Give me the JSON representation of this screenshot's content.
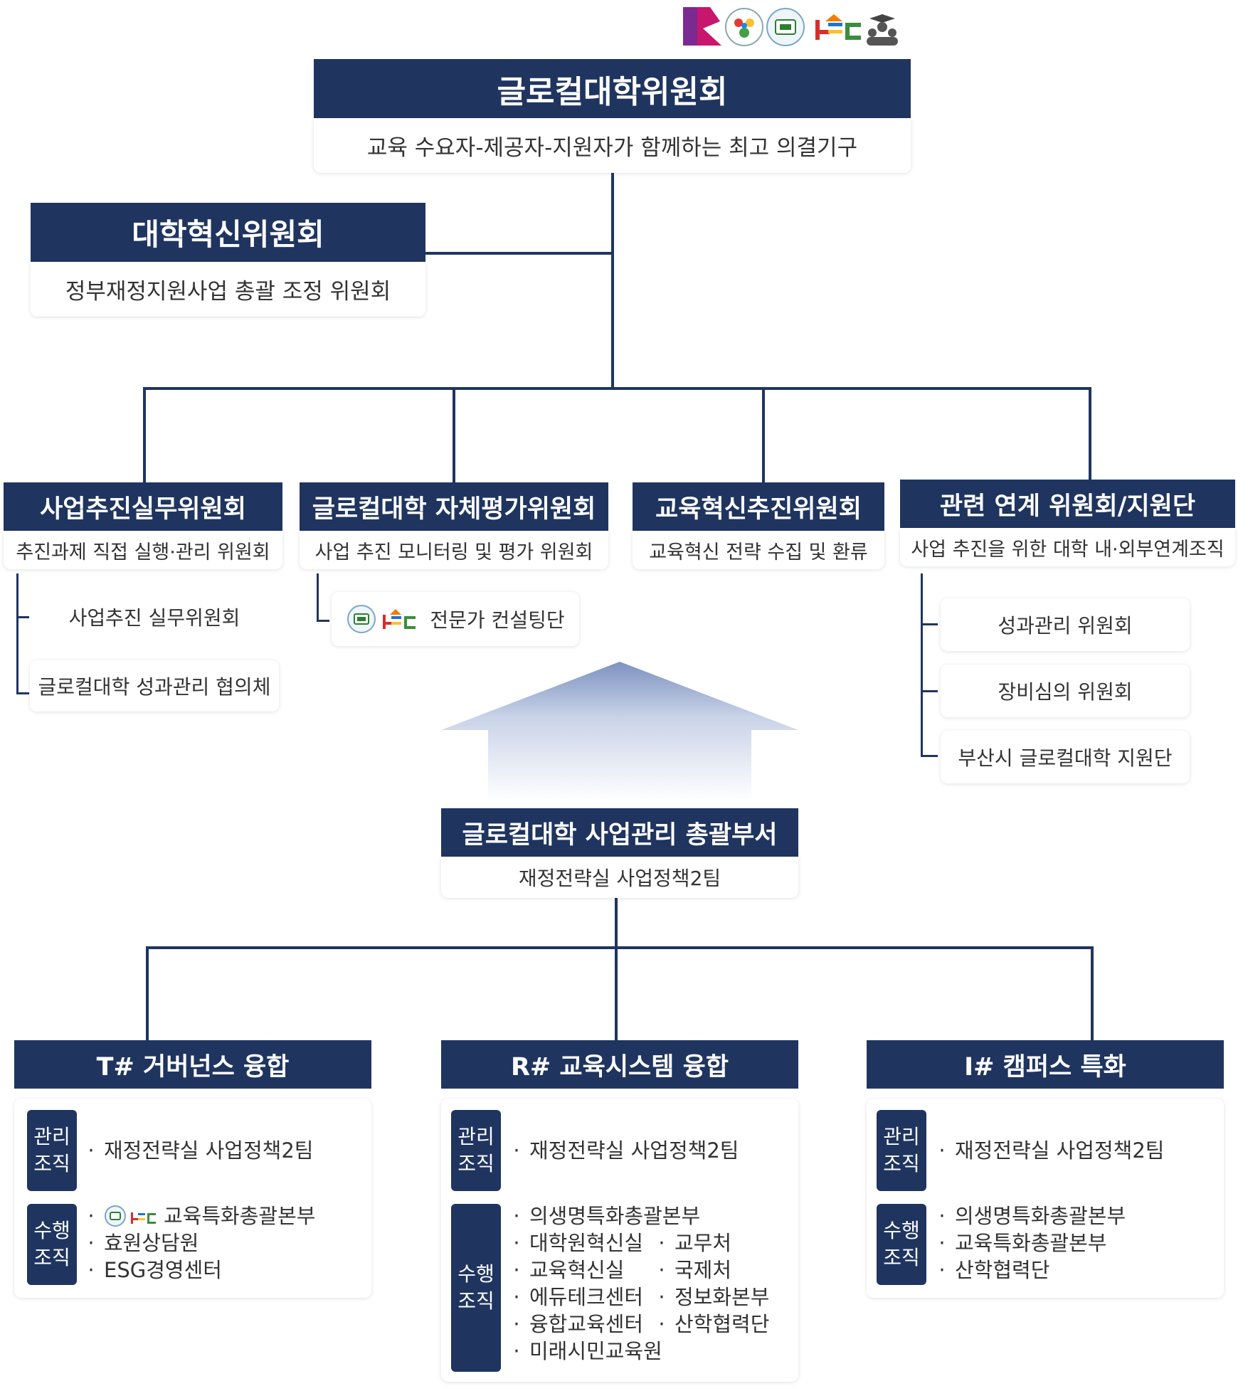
{
  "top": {
    "title": "글로컬대학위원회",
    "subtitle": "교육 수요자-제공자-지원자가 함께하는 최고 의결기구"
  },
  "innovation": {
    "title": "대학혁신위원회",
    "subtitle": "정부재정지원사업 총괄 조정 위원회"
  },
  "committees": [
    {
      "title": "사업추진실무위원회",
      "subtitle": "추진과제 직접 실행·관리 위원회",
      "children": [
        "사업추진 실무위원회",
        "글로컬대학 성과관리 협의체"
      ]
    },
    {
      "title": "글로컬대학 자체평가위원회",
      "subtitle": "사업 추진 모니터링 및 평가 위원회",
      "children": [
        "전문가 컨설팅단"
      ]
    },
    {
      "title": "교육혁신추진위원회",
      "subtitle": "교육혁신 전략 수집 및 환류",
      "children": []
    },
    {
      "title": "관련 연계 위원회/지원단",
      "subtitle": "사업 추진을 위한 대학 내·외부연계조직",
      "children": [
        "성과관리 위원회",
        "장비심의 위원회",
        "부산시 글로컬대학 지원단"
      ]
    }
  ],
  "hq": {
    "title": "글로컬대학 사업관리 총괄부서",
    "subtitle": "재정전략실 사업정책2팀"
  },
  "pillars": [
    {
      "title": "T# 거버넌스 융합",
      "manage_label": [
        "관리",
        "조직"
      ],
      "manage": [
        "재정전략실 사업정책2팀"
      ],
      "exec_label": [
        "수행",
        "조직"
      ],
      "exec": [
        "교육특화총괄본부",
        "효원상담원",
        "ESG경영센터"
      ]
    },
    {
      "title": "R# 교육시스템 융합",
      "manage_label": [
        "관리",
        "조직"
      ],
      "manage": [
        "재정전략실 사업정책2팀"
      ],
      "exec_label": [
        "수행",
        "조직"
      ],
      "exec_rows": [
        [
          "의생명특화총괄본부"
        ],
        [
          "대학원혁신실",
          "교무처"
        ],
        [
          "교육혁신실",
          "국제처"
        ],
        [
          "에듀테크센터",
          "정보화본부"
        ],
        [
          "융합교육센터",
          "산학협력단"
        ],
        [
          "미래시민교육원"
        ]
      ]
    },
    {
      "title": "I# 캠퍼스 특화",
      "manage_label": [
        "관리",
        "조직"
      ],
      "manage": [
        "재정전략실 사업정책2팀"
      ],
      "exec_label": [
        "수행",
        "조직"
      ],
      "exec": [
        "의생명특화총괄본부",
        "교육특화총괄본부",
        "산학협력단"
      ]
    }
  ],
  "bullet": "·",
  "colors": {
    "navy": "#1f3560",
    "text": "#333333"
  },
  "icons": [
    "partner-logo-pink",
    "partner-logo-seal",
    "pnu-logo",
    "bc-logo",
    "people-icon"
  ]
}
